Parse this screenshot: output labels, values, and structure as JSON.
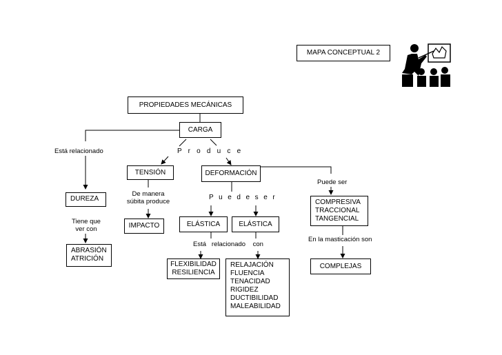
{
  "title": "MAPA CONCEPTUAL 2",
  "nodes": {
    "propiedades": "PROPIEDADES MECÁNICAS",
    "carga": "CARGA",
    "tension": "TENSIÓN",
    "deformacion": "DEFORMACIÓN",
    "dureza": "DUREZA",
    "impacto": "IMPACTO",
    "elastica_1": "ELÁSTICA",
    "elastica_2": "ELÁSTICA",
    "tipos_carga": [
      "COMPRESIVA",
      "TRACCIONAL",
      "TANGENCIAL"
    ],
    "abrasion": [
      "ABRASIÓN",
      "ATRICIÓN"
    ],
    "flexibilidad": [
      "FLEXIBILIDAD",
      "RESILIENCIA"
    ],
    "propiedades_list": [
      "RELAJACIÓN",
      "FLUENCIA",
      "TENACIDAD",
      "RIGIDEZ",
      "DUCTIBILIDAD",
      "MALEABILIDAD"
    ],
    "complejas": "COMPLEJAS"
  },
  "links": {
    "esta_relacionado": "Está relacionado",
    "produce": "P r o d u c e",
    "puede_ser_1": "Puede ser",
    "de_manera": [
      "De manera",
      "súbita produce"
    ],
    "puede_ser_2": "P u e d e  s e r",
    "tiene_que": [
      "Tiene que",
      "ver con"
    ],
    "esta_relacionado_con": "Está   relacionado    con",
    "masticacion": "En la masticación son"
  }
}
